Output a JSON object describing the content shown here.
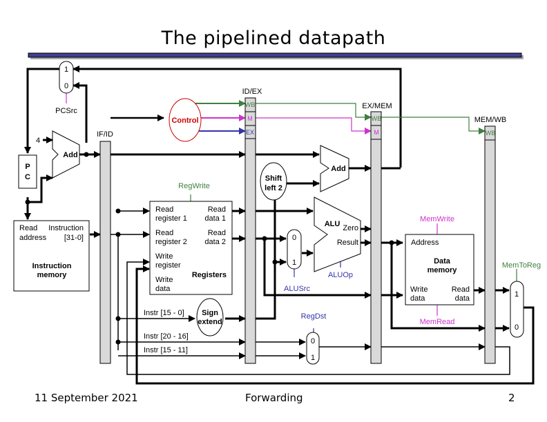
{
  "slide": {
    "title": "The pipelined datapath",
    "footer_date": "11 September 2021",
    "footer_topic": "Forwarding",
    "page_number": "2"
  },
  "colors": {
    "title_bar": "#3f3f8f",
    "wb_signal": "#3f7f3f",
    "mem_signal": "#cc33cc",
    "ex_signal": "#3333aa",
    "control": "#cc0000",
    "pipeline_register": "#d9d9d9"
  },
  "pipeline_registers": {
    "if_id": "IF/ID",
    "id_ex": "ID/EX",
    "ex_mem": "EX/MEM",
    "mem_wb": "MEM/WB"
  },
  "stage_fields": {
    "wb": "WB",
    "m": "M",
    "ex": "EX"
  },
  "components": {
    "pc": {
      "line1": "P",
      "line2": "C"
    },
    "pc_mux": {
      "in1": "1",
      "in0": "0",
      "control": "PCSrc"
    },
    "add_pc": {
      "label": "Add",
      "const": "4"
    },
    "instruction_memory": {
      "read_address_1": "Read",
      "read_address_2": "address",
      "instruction_1": "Instruction",
      "instruction_2": "[31-0]",
      "name_1": "Instruction",
      "name_2": "memory"
    },
    "control": {
      "label": "Control"
    },
    "registers": {
      "read_reg1_a": "Read",
      "read_reg1_b": "register 1",
      "read_reg2_a": "Read",
      "read_reg2_b": "register 2",
      "write_reg_a": "Write",
      "write_reg_b": "register",
      "write_data_a": "Write",
      "write_data_b": "data",
      "read_data1_a": "Read",
      "read_data1_b": "data 1",
      "read_data2_a": "Read",
      "read_data2_b": "data 2",
      "name": "Registers",
      "control": "RegWrite"
    },
    "sign_extend": {
      "line1": "Sign",
      "line2": "extend"
    },
    "shift_left": {
      "line1": "Shift",
      "line2": "left 2"
    },
    "add_branch": {
      "label": "Add"
    },
    "alu": {
      "label": "ALU",
      "zero": "Zero",
      "result": "Result",
      "control": "ALUOp"
    },
    "alusrc_mux": {
      "in0": "0",
      "in1": "1",
      "control": "ALUSrc"
    },
    "regdst_mux": {
      "in0": "0",
      "in1": "1",
      "control": "RegDst"
    },
    "data_memory": {
      "address": "Address",
      "name_1": "Data",
      "name_2": "memory",
      "write_data_1": "Write",
      "write_data_2": "data",
      "read_data_1": "Read",
      "read_data_2": "data",
      "mem_write": "MemWrite",
      "mem_read": "MemRead"
    },
    "memtoreg_mux": {
      "in1": "1",
      "in0": "0",
      "control": "MemToReg"
    },
    "instr_fields": {
      "imm": "Instr [15 - 0]",
      "rt": "Instr [20 - 16]",
      "rd": "Instr [15 - 11]"
    }
  }
}
